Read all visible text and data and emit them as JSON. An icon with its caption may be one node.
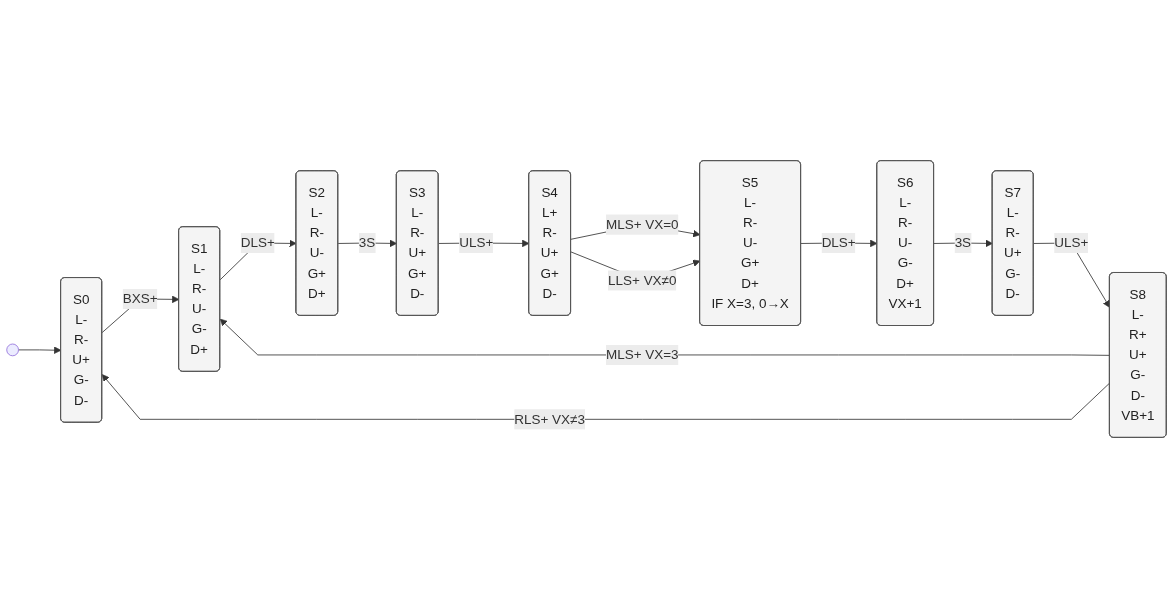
{
  "diagram": {
    "nodes": [
      {
        "text": [],
        "shape": "circle"
      },
      {
        "text": [
          "S0",
          "L-",
          "R-",
          "U+",
          "G-",
          "D-"
        ]
      },
      {
        "text": [
          "S1",
          "L-",
          "R-",
          "U-",
          "G-",
          "D+"
        ]
      },
      {
        "text": [
          "S2",
          "L-",
          "R-",
          "U-",
          "G+",
          "D+"
        ]
      },
      {
        "text": [
          "S3",
          "L-",
          "R-",
          "U+",
          "G+",
          "D-"
        ]
      },
      {
        "text": [
          "S4",
          "L+",
          "R-",
          "U+",
          "G+",
          "D-"
        ]
      },
      {
        "text": [
          "S5",
          "L-",
          "R-",
          "U-",
          "G+",
          "D+",
          "IF X=3, 0→X"
        ]
      },
      {
        "text": [
          "S6",
          "L-",
          "R-",
          "U-",
          "G-",
          "D+",
          "VX+1"
        ]
      },
      {
        "text": [
          "S7",
          "L-",
          "R-",
          "U+",
          "G-",
          "D-"
        ]
      },
      {
        "text": [
          "S8",
          "L-",
          "R+",
          "U+",
          "G-",
          "D-",
          "VB+1"
        ]
      }
    ],
    "edges": [
      {
        "from": 0,
        "to": 1,
        "arrow": "to"
      },
      {
        "from": 1,
        "to": 2,
        "arrow": "to",
        "label": "BXS+"
      },
      {
        "from": 2,
        "to": 3,
        "arrow": "to",
        "label": "DLS+"
      },
      {
        "from": 3,
        "to": 4,
        "arrow": "to",
        "label": "3S"
      },
      {
        "from": 4,
        "to": 5,
        "arrow": "to",
        "label": "ULS+"
      },
      {
        "from": 5,
        "to": 6,
        "arrow": "to",
        "label": "MLS+ VX=0"
      },
      {
        "from": 5,
        "to": 6,
        "arrow": "to",
        "label": "LLS+ VX≠0"
      },
      {
        "from": 6,
        "to": 7,
        "arrow": "to",
        "label": "DLS+"
      },
      {
        "from": 7,
        "to": 8,
        "arrow": "to",
        "label": "3S"
      },
      {
        "from": 8,
        "to": 9,
        "arrow": "to",
        "label": "ULS+"
      },
      {
        "from": 9,
        "to": 1,
        "arrow": "to",
        "label": "RLS+ VX≠3"
      },
      {
        "from": 9,
        "to": 2,
        "arrow": "to",
        "label": "MLS+ VX=3"
      }
    ]
  }
}
